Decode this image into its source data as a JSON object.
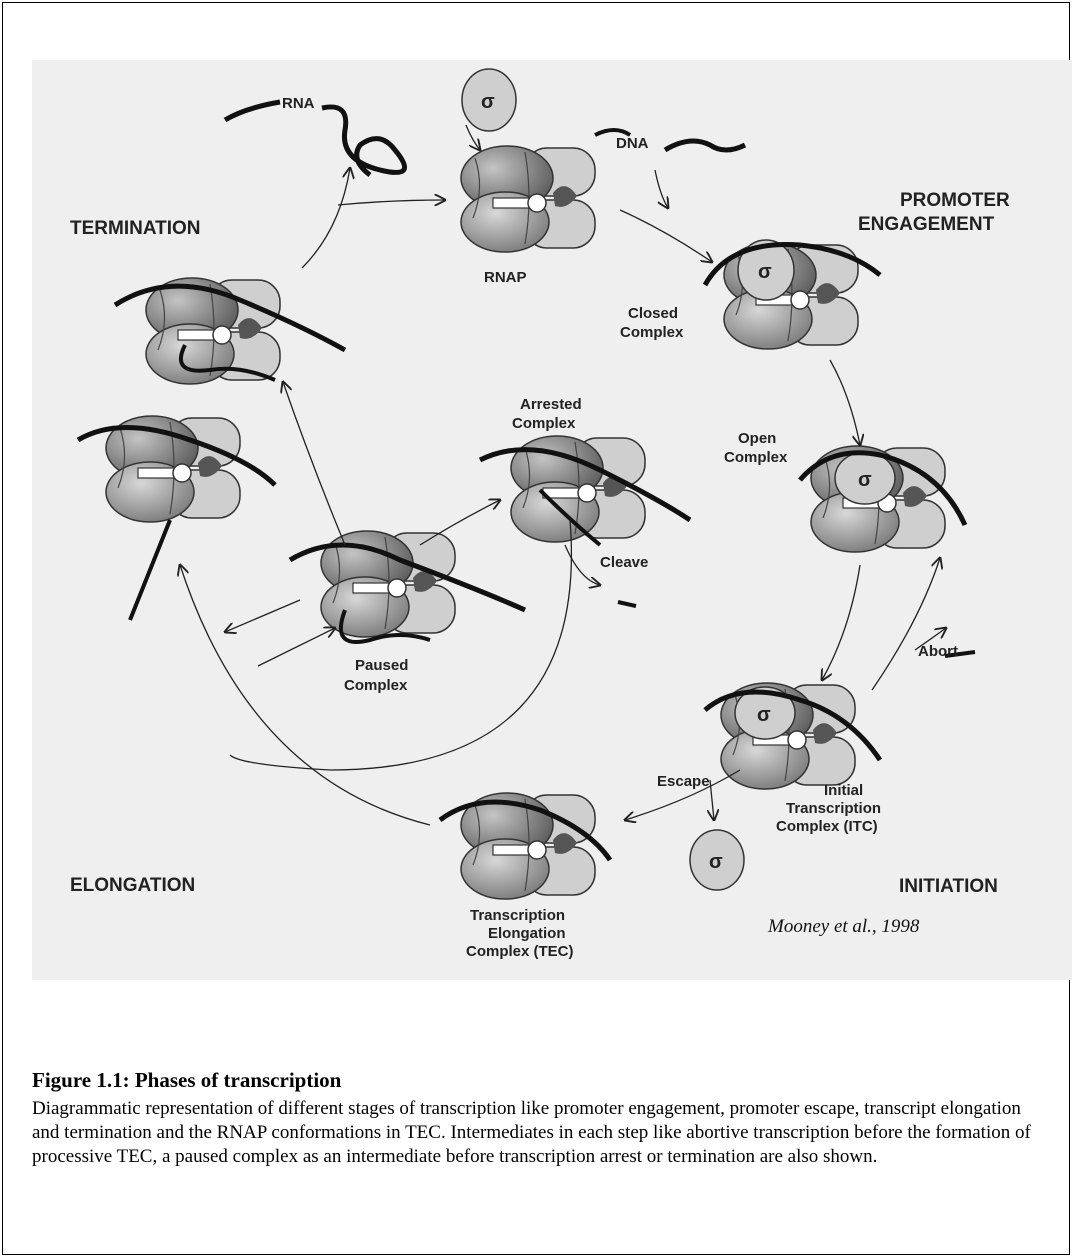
{
  "phases": {
    "termination": "TERMINATION",
    "promoter_engagement_line1": "PROMOTER",
    "promoter_engagement_line2": "ENGAGEMENT",
    "elongation": "ELONGATION",
    "initiation": "INITIATION"
  },
  "labels": {
    "rna": "RNA",
    "dna": "DNA",
    "rnap": "RNAP",
    "sigma": "σ",
    "closed_line1": "Closed",
    "closed_line2": "Complex",
    "open_line1": "Open",
    "open_line2": "Complex",
    "arrested_line1": "Arrested",
    "arrested_line2": "Complex",
    "cleave": "Cleave",
    "paused_line1": "Paused",
    "paused_line2": "Complex",
    "abort": "Abort",
    "escape": "Escape",
    "itc_line1": "Initial",
    "itc_line2": "Transcription",
    "itc_line3": "Complex (ITC)",
    "tec_line1": "Transcription",
    "tec_line2": "Elongation",
    "tec_line3": "Complex (TEC)"
  },
  "citation": "Mooney et al., 1998",
  "caption": {
    "title": "Figure 1.1: Phases of transcription",
    "body": "Diagrammatic representation of different stages of transcription like promoter engagement, promoter escape, transcript elongation and termination and the RNAP conformations in TEC. Intermediates in each step like abortive transcription before the formation of processive TEC, a paused complex as an intermediate before transcription arrest or termination are also shown."
  }
}
